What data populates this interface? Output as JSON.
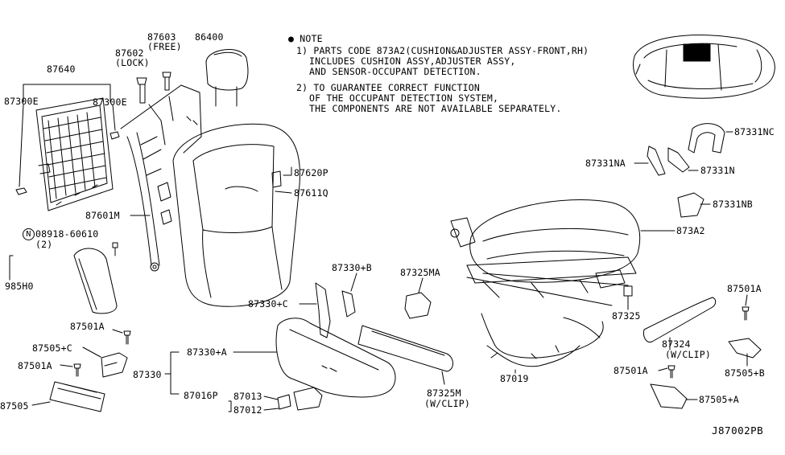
{
  "note": {
    "title": "NOTE",
    "item1_line1": "1) PARTS CODE 873A2(CUSHION&ADJUSTER ASSY-FRONT,RH)",
    "item1_line2": "INCLUDES CUSHION ASSY,ADJUSTER ASSY,",
    "item1_line3": "AND SENSOR-OCCUPANT DETECTION.",
    "item2_line1": "2) TO GUARANTEE CORRECT FUNCTION",
    "item2_line2": "OF THE OCCUPANT DETECTION SYSTEM,",
    "item2_line3": "THE COMPONENTS ARE NOT AVAILABLE SEPARATELY."
  },
  "labels": {
    "p87640": "87640",
    "p87300e_l": "87300E",
    "p87300e_r": "87300E",
    "p87602": "87602",
    "p87602_note": "(LOCK)",
    "p87603": "87603",
    "p87603_note": "(FREE)",
    "p86400": "86400",
    "p87620p": "87620P",
    "p87611q": "87611Q",
    "p87601m": "87601M",
    "n_circle": "N",
    "p08918": "08918-60610",
    "p08918_qty": "(2)",
    "p985h0": "985H0",
    "p87501a_1": "87501A",
    "p87505c": "87505+C",
    "p87501a_2": "87501A",
    "p87505": "87505",
    "p87330": "87330",
    "p87330a": "87330+A",
    "p87016p": "87016P",
    "p87013": "87013",
    "p87012": "87012",
    "p87330c": "87330+C",
    "p87330b": "87330+B",
    "p87325ma": "87325MA",
    "p87325m": "87325M",
    "p87325m_note": "(W/CLIP)",
    "p87019": "87019",
    "p87325": "87325",
    "p87324": "87324",
    "p87324_note": "(W/CLIP)",
    "p873a2": "873A2",
    "p87331nc": "87331NC",
    "p87331na": "87331NA",
    "p87331n": "87331N",
    "p87331nb": "87331NB",
    "p87501a_3": "87501A",
    "p87501a_4": "87501A",
    "p87505b": "87505+B",
    "p87505a": "87505+A"
  },
  "diagram_code": "J87002PB",
  "colors": {
    "line": "#000000",
    "background": "#ffffff",
    "marker": "#000000"
  }
}
